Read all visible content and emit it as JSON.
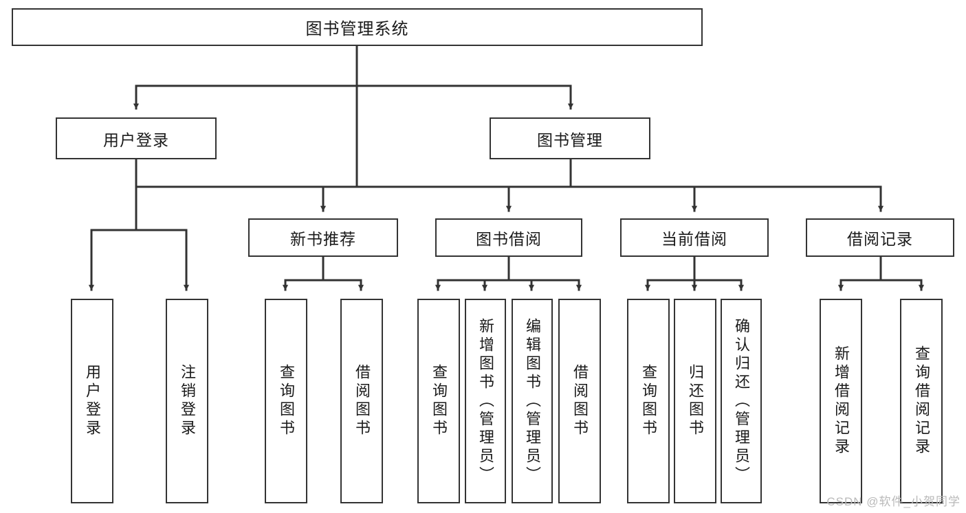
{
  "diagram": {
    "title": "图书管理系统",
    "type": "tree",
    "watermark": "CSDN @软件_小贺同学",
    "colors": {
      "stroke": "#333333",
      "fill": "#ffffff",
      "text": "#1a1a1a",
      "watermark": "#b9b9b9"
    },
    "levels": {
      "root": {
        "label": "图书管理系统"
      },
      "level2": [
        {
          "id": "user-login",
          "label": "用户登录"
        },
        {
          "id": "book-manage",
          "label": "图书管理"
        }
      ],
      "level3": [
        {
          "id": "new-book-rec",
          "label": "新书推荐"
        },
        {
          "id": "book-borrow",
          "label": "图书借阅"
        },
        {
          "id": "current-borrow",
          "label": "当前借阅"
        },
        {
          "id": "borrow-record",
          "label": "借阅记录"
        }
      ],
      "leaves": [
        {
          "id": "leaf-user-login",
          "label": "用户登录",
          "parent": "user-login"
        },
        {
          "id": "leaf-logout",
          "label": "注销登录",
          "parent": "user-login"
        },
        {
          "id": "leaf-query-book-1",
          "label": "查询图书",
          "parent": "new-book-rec"
        },
        {
          "id": "leaf-borrow-book-1",
          "label": "借阅图书",
          "parent": "new-book-rec"
        },
        {
          "id": "leaf-query-book-2",
          "label": "查询图书",
          "parent": "book-borrow"
        },
        {
          "id": "leaf-add-book",
          "label": "新增图书（管理员）",
          "parent": "book-borrow"
        },
        {
          "id": "leaf-edit-book",
          "label": "编辑图书（管理员）",
          "parent": "book-borrow"
        },
        {
          "id": "leaf-borrow-book-2",
          "label": "借阅图书",
          "parent": "book-borrow"
        },
        {
          "id": "leaf-query-book-3",
          "label": "查询图书",
          "parent": "current-borrow"
        },
        {
          "id": "leaf-return-book",
          "label": "归还图书",
          "parent": "current-borrow"
        },
        {
          "id": "leaf-confirm-return",
          "label": "确认归还（管理员）",
          "parent": "current-borrow"
        },
        {
          "id": "leaf-add-record",
          "label": "新增借阅记录",
          "parent": "borrow-record"
        },
        {
          "id": "leaf-query-record",
          "label": "查询借阅记录",
          "parent": "borrow-record"
        }
      ]
    }
  }
}
